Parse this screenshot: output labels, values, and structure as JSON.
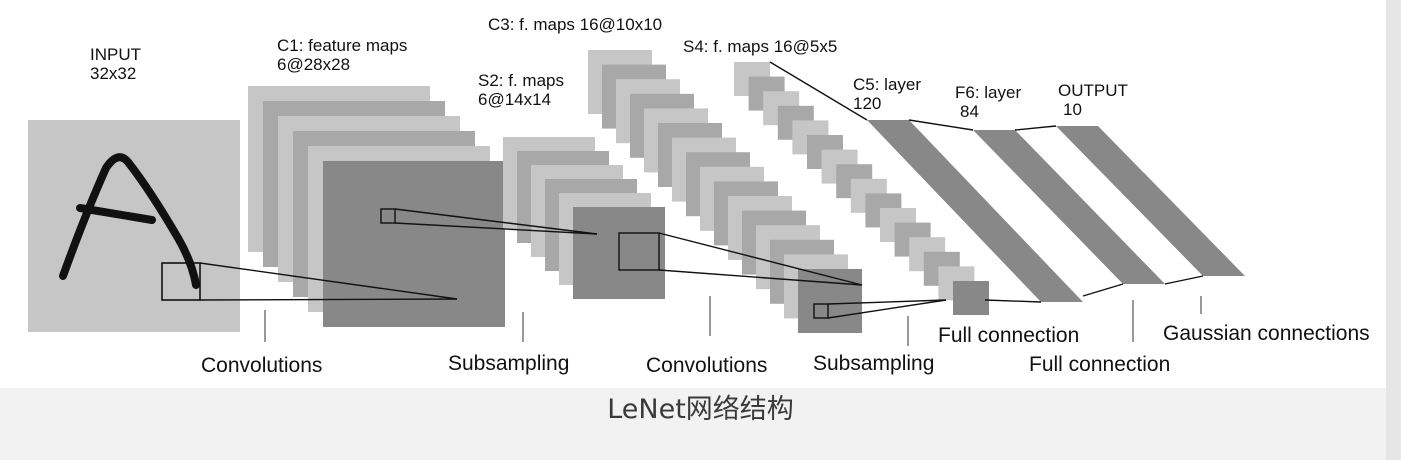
{
  "colors": {
    "canvas": "#ffffff",
    "light_map": "#c6c6c6",
    "mid_map": "#a8a8a8",
    "dark_map": "#888888",
    "line": "#111111"
  },
  "labels": {
    "input": [
      "INPUT",
      "32x32"
    ],
    "c1": [
      "C1: feature maps",
      "6@28x28"
    ],
    "s2": [
      "S2: f. maps",
      "6@14x14"
    ],
    "c3": [
      "C3: f. maps 16@10x10"
    ],
    "s4": [
      "S4: f. maps 16@5x5"
    ],
    "c5": [
      "C5: layer",
      "120"
    ],
    "f6": [
      "F6: layer",
      "84"
    ],
    "output": [
      "OUTPUT",
      "10"
    ]
  },
  "operations": {
    "conv1": "Convolutions",
    "sub1": "Subsampling",
    "conv2": "Convolutions",
    "sub2": "Subsampling",
    "full1": "Full connection",
    "full2": "Full connection",
    "gauss": "Gaussian connections"
  },
  "caption": "LeNet网络结构"
}
